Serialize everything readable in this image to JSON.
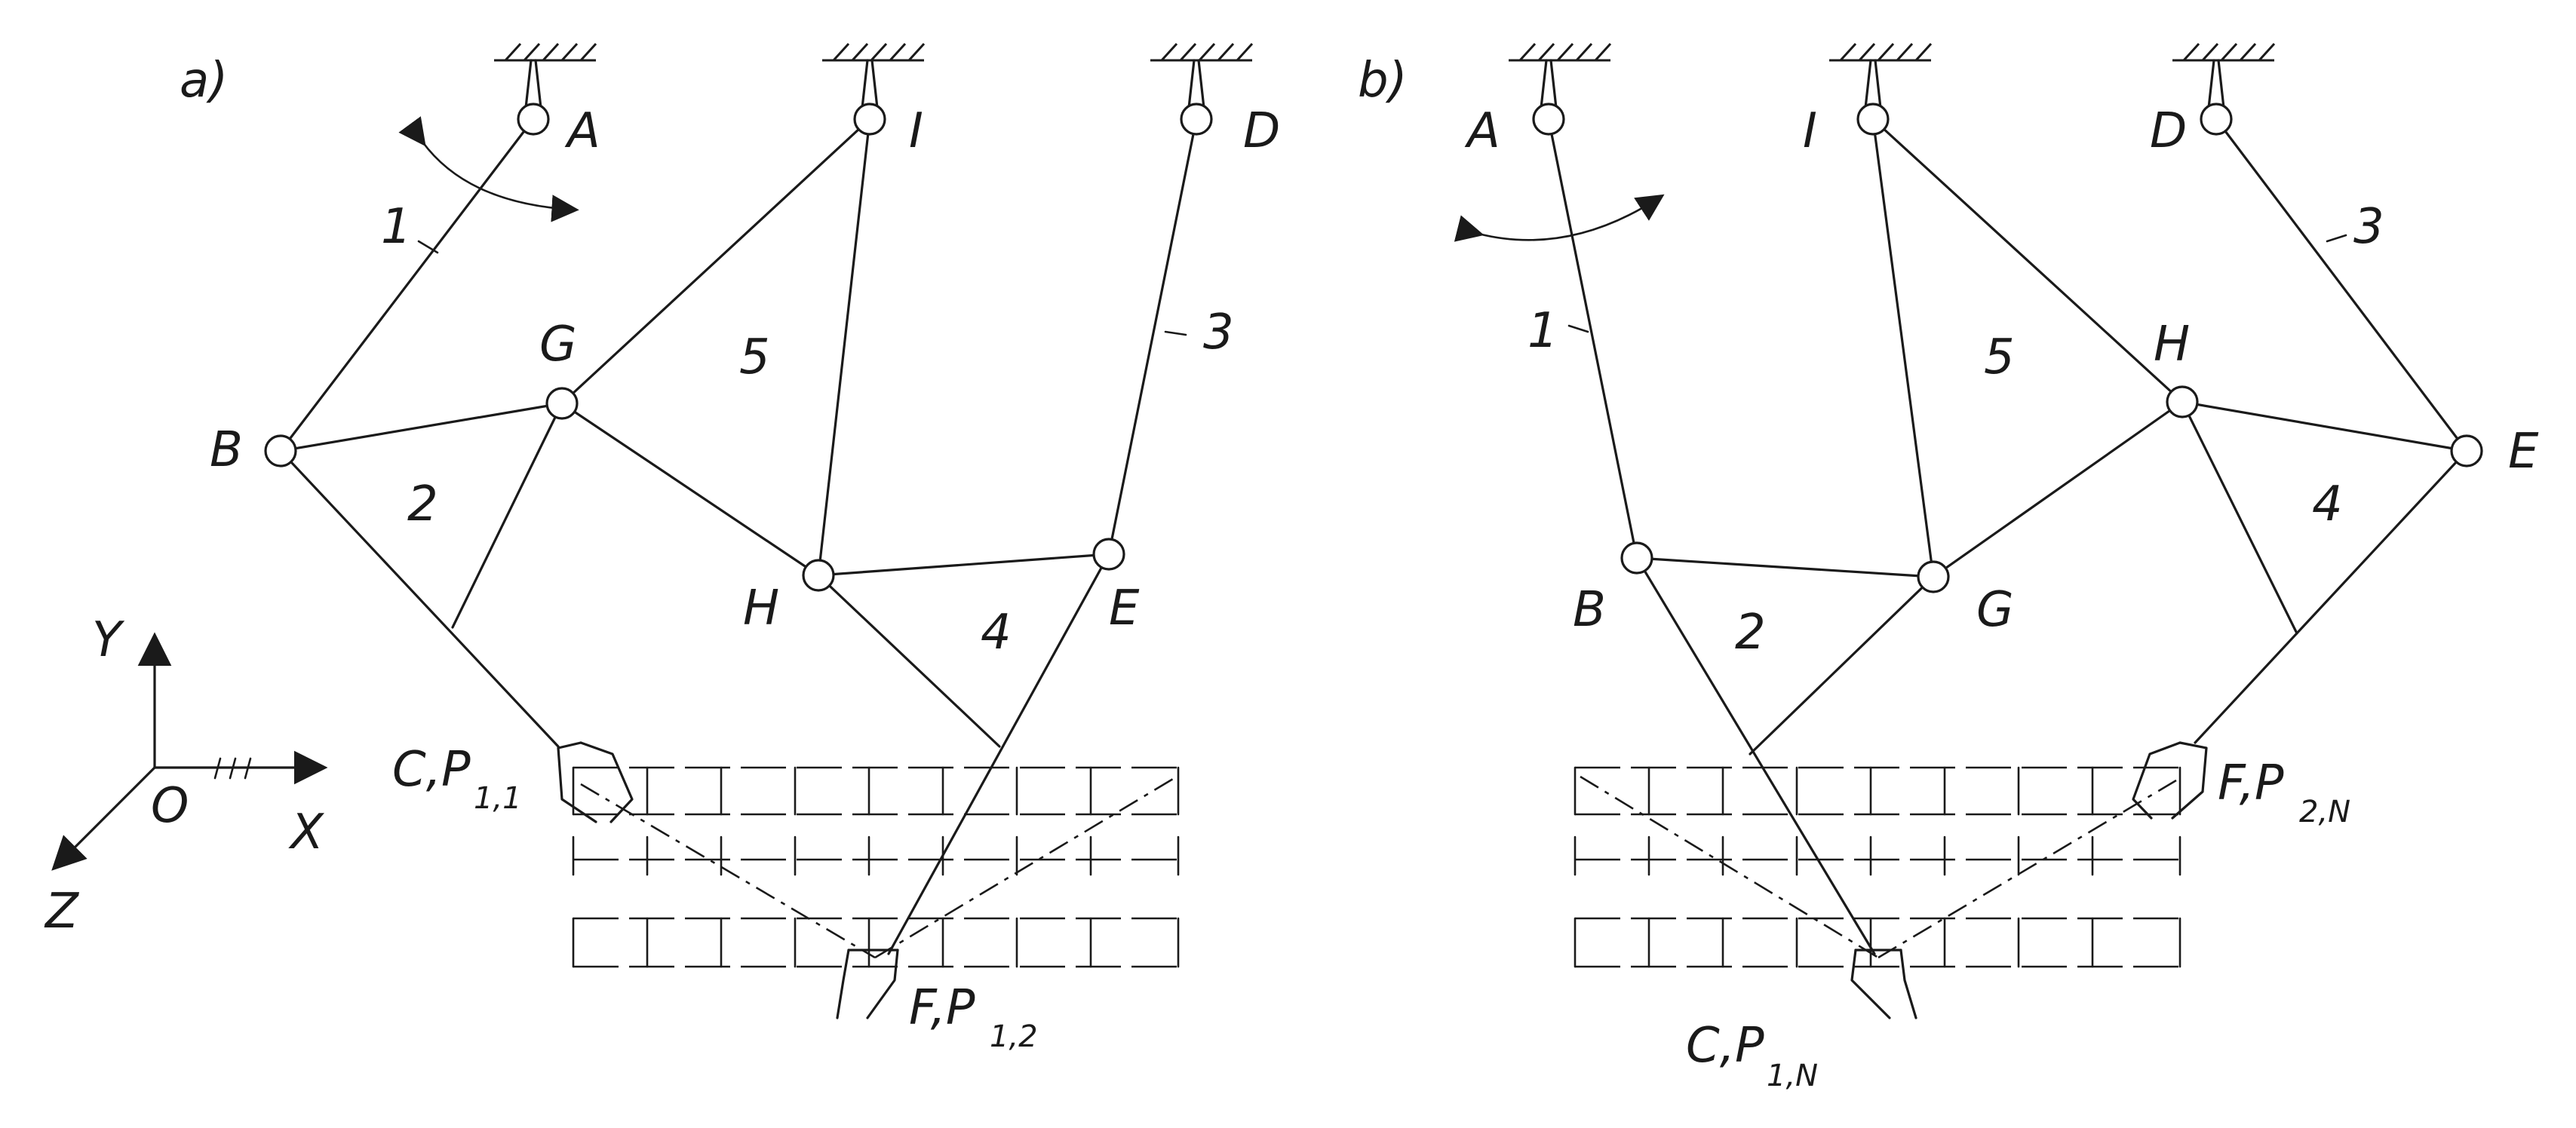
{
  "panels": [
    {
      "tag": "a)",
      "joints": {
        "A": "A",
        "I": "I",
        "D": "D",
        "B": "B",
        "G": "G",
        "H": "H",
        "E": "E"
      },
      "links": {
        "l1": "1",
        "l2": "2",
        "l3": "3",
        "l4": "4",
        "l5": "5"
      },
      "grippers": [
        {
          "main": "C,P",
          "sub": "1,1"
        },
        {
          "main": "F,P",
          "sub": "1,2"
        }
      ]
    },
    {
      "tag": "b)",
      "joints": {
        "A": "A",
        "I": "I",
        "D": "D",
        "B": "B",
        "G": "G",
        "H": "H",
        "E": "E"
      },
      "links": {
        "l1": "1",
        "l2": "2",
        "l3": "3",
        "l4": "4",
        "l5": "5"
      },
      "grippers": [
        {
          "main": "F,P",
          "sub": "2,N"
        },
        {
          "main": "C,P",
          "sub": "1,N"
        }
      ]
    }
  ],
  "axes": {
    "y": "Y",
    "x": "X",
    "z": "Z",
    "origin": "O"
  }
}
